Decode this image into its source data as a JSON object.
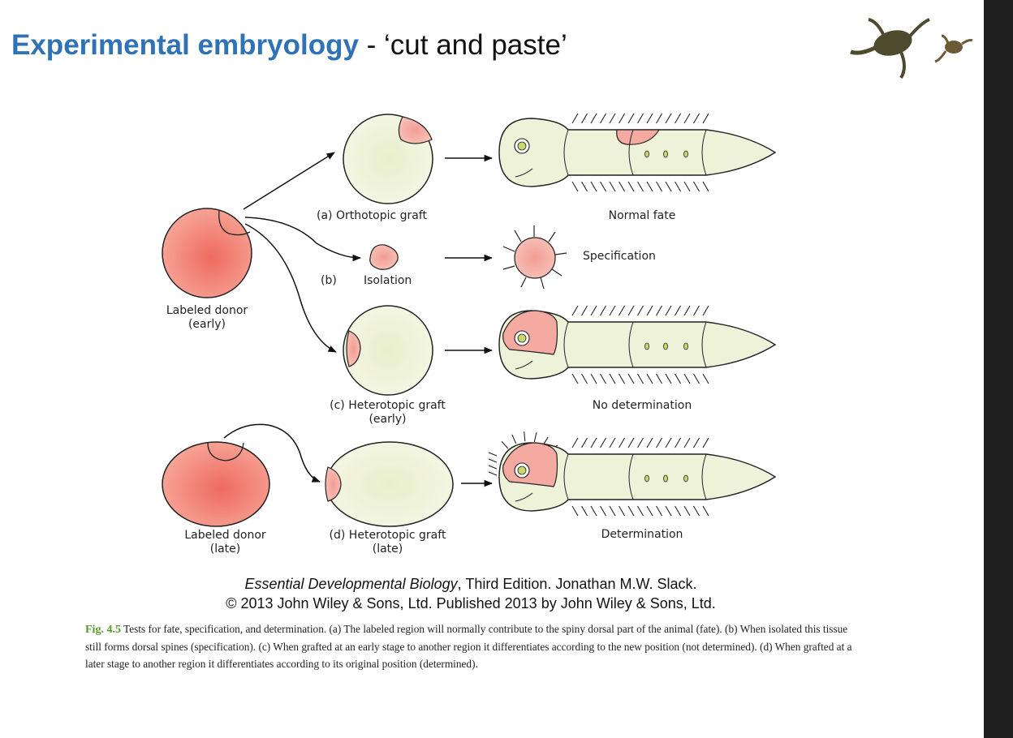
{
  "title": {
    "accent": "Experimental embryology",
    "rest": " - ‘cut and paste’"
  },
  "labels": {
    "donor_early": "Labeled donor\n(early)",
    "a": "(a)  Orthotopic graft",
    "b_letter": "(b)",
    "b": "Isolation",
    "c": "(c) Heterotopic graft\n(early)",
    "donor_late": "Labeled donor\n(late)",
    "d": "(d) Heterotopic graft\n(late)",
    "normal_fate": "Normal fate",
    "specification": "Specification",
    "no_determination": "No determination",
    "determination": "Determination"
  },
  "credit": {
    "book": "Essential Developmental Biology",
    "line1_rest": ", Third Edition. Jonathan M.W. Slack.",
    "line2": "© 2013 John Wiley & Sons, Ltd. Published 2013 by John Wiley & Sons, Ltd."
  },
  "caption": {
    "fig": "Fig. 4.5",
    "text": "  Tests for fate, specification, and determination. (a) The labeled region will normally contribute to the spiny dorsal part of the animal (fate). (b) When isolated this tissue still forms dorsal spines (specification). (c) When grafted at an early stage to another region it differentiates according to the new position (not determined). (d) When grafted at a later stage to another region it differentiates according to its original position (determined)."
  },
  "colors": {
    "title_accent": "#2f73b5",
    "donor_fill": "#f08a7e",
    "host_fill": "#eef2d8",
    "fig_label": "#5a9a2c"
  }
}
